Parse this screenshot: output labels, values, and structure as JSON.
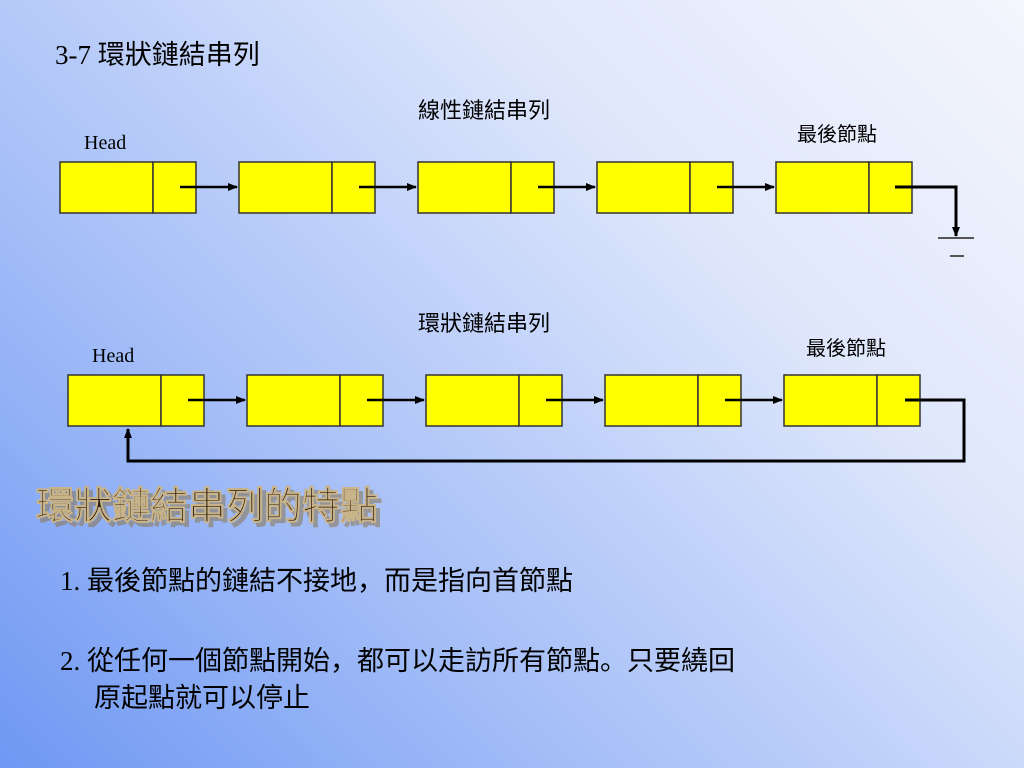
{
  "slide_title": "3-7  環狀鏈結串列",
  "linear": {
    "label": "線性鏈結串列",
    "head": "Head",
    "last_node": "最後節點",
    "node_count": 5
  },
  "circular": {
    "label": "環狀鏈結串列",
    "head": "Head",
    "last_node": "最後節點",
    "node_count": 5
  },
  "section_title": "環狀鏈結串列的特點",
  "points": [
    "1. 最後節點的鏈結不接地，而是指向首節點",
    "2. 從任何一個節點開始，都可以走訪所有節點。只要繞回",
    "原起點就可以停止"
  ],
  "colors": {
    "node_fill": "#ffff00",
    "node_stroke": "#333333",
    "arrow": "#000000"
  }
}
